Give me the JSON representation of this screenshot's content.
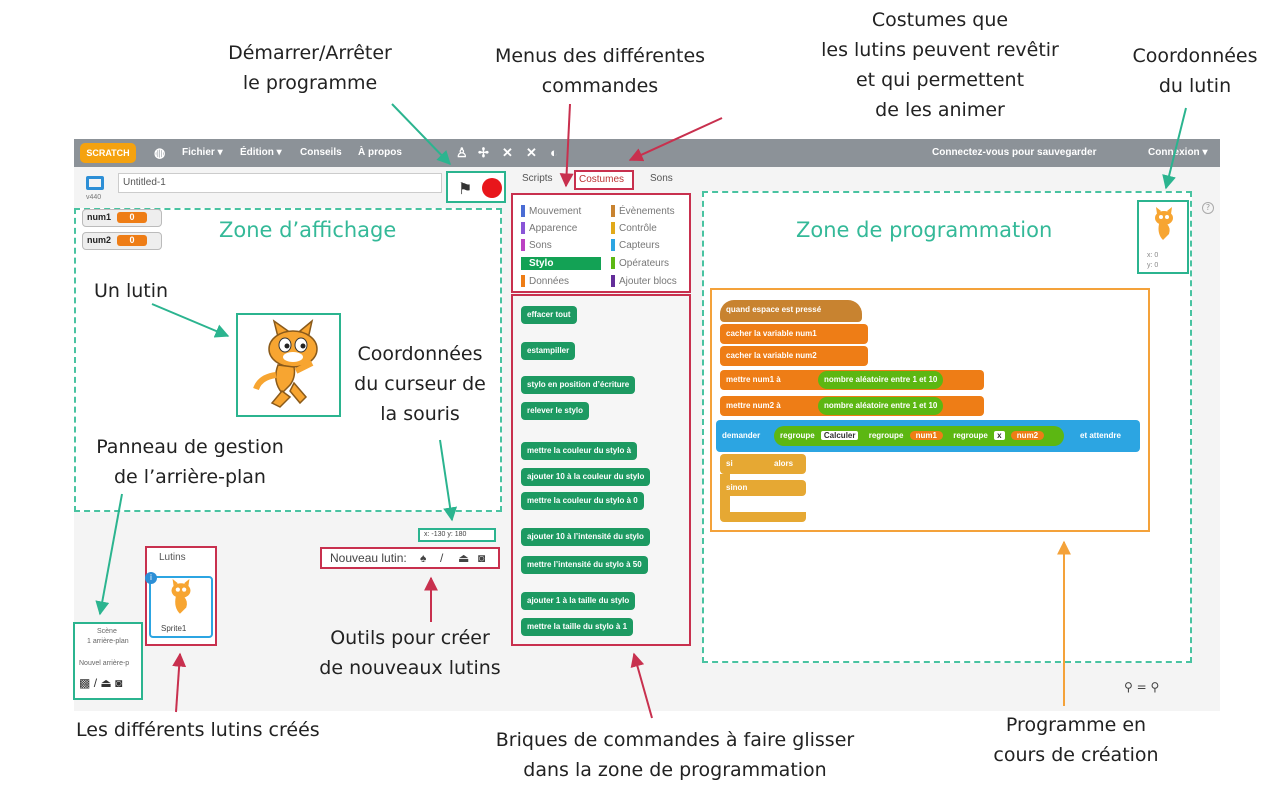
{
  "annotations": {
    "start_stop": [
      "Démarrer/Arrêter",
      "le programme"
    ],
    "menus": [
      "Menus des différentes",
      "commandes"
    ],
    "costumes": [
      "Costumes que",
      "les lutins peuvent revêtir",
      "et qui permettent",
      "de les animer"
    ],
    "sprite_coords": [
      "Coordonnées",
      "du lutin"
    ],
    "un_lutin": "Un lutin",
    "mouse_coords": [
      "Coordonnées",
      "du curseur de",
      "la souris"
    ],
    "backdrop_panel": [
      "Panneau de gestion",
      "de l’arrière-plan"
    ],
    "sprites_created": "Les différents lutins créés",
    "new_sprite_tools": [
      "Outils pour créer",
      "de nouveaux lutins"
    ],
    "blocks": [
      "Briques de commandes à faire glisser",
      "dans la zone de programmation"
    ],
    "program": [
      "Programme en",
      "cours de création"
    ]
  },
  "zones": {
    "display": "Zone d’affichage",
    "programming": "Zone de programmation"
  },
  "menubar": {
    "logo": "SCRATCH",
    "items": [
      "Fichier ▾",
      "Édition ▾",
      "Conseils",
      "À propos"
    ],
    "save_prompt": "Connectez-vous pour sauvegarder",
    "login": "Connexion ▾"
  },
  "project": {
    "title": "Untitled-1",
    "stage_size": "v440"
  },
  "variables": [
    {
      "name": "num1",
      "value": "0"
    },
    {
      "name": "num2",
      "value": "0"
    }
  ],
  "tabs": [
    "Scripts",
    "Costumes",
    "Sons"
  ],
  "categories": [
    {
      "label": "Mouvement",
      "color": "#4a6cd4"
    },
    {
      "label": "Évènements",
      "color": "#c88330"
    },
    {
      "label": "Apparence",
      "color": "#8a55d7"
    },
    {
      "label": "Contrôle",
      "color": "#e1a91a"
    },
    {
      "label": "Sons",
      "color": "#bb42c3"
    },
    {
      "label": "Capteurs",
      "color": "#2ca5e2"
    },
    {
      "label": "Stylo",
      "color": "#0e9a6c"
    },
    {
      "label": "Opérateurs",
      "color": "#5cb712"
    },
    {
      "label": "Données",
      "color": "#ee7d16"
    },
    {
      "label": "Ajouter blocs",
      "color": "#632d99"
    }
  ],
  "pen_blocks": [
    "effacer tout",
    "estampiller",
    "stylo en position d’écriture",
    "relever le stylo",
    "mettre la couleur du stylo à",
    "ajouter 10 à la couleur du stylo",
    "mettre la couleur du stylo à 0",
    "ajouter 10 à l’intensité du stylo",
    "mettre l’intensité du stylo à 50",
    "ajouter 1 à la taille du stylo",
    "mettre la taille du stylo à 1"
  ],
  "script": {
    "hat": "quand espace est pressé",
    "hide1": "cacher la variable num1",
    "hide2": "cacher la variable num2",
    "set1": "mettre num1 à",
    "set2": "mettre num2 à",
    "random": "nombre aléatoire entre 1 et 10",
    "ask": "demander",
    "join1": "regroupe",
    "calc": "Calculer",
    "join2": "regroupe",
    "num1": "num1",
    "join3": "regroupe",
    "x": "x",
    "num2": "num2",
    "wait": "et attendre",
    "if": "si",
    "then": "alors",
    "else": "sinon"
  },
  "sprite_coords_values": {
    "x": "x: 0",
    "y": "y: 0"
  },
  "mouse_readout": "x: -130  y: 180",
  "sprites_panel": {
    "title": "Lutins",
    "sprite": "Sprite1"
  },
  "new_sprite_label": "Nouveau lutin:",
  "scene_panel": {
    "title": "Scène",
    "sub": "1 arrière-plan",
    "new": "Nouvel arrière-p"
  },
  "colors": {
    "teal": "#2bb48f",
    "red": "#c8304e",
    "orange": "#f4a23a"
  }
}
